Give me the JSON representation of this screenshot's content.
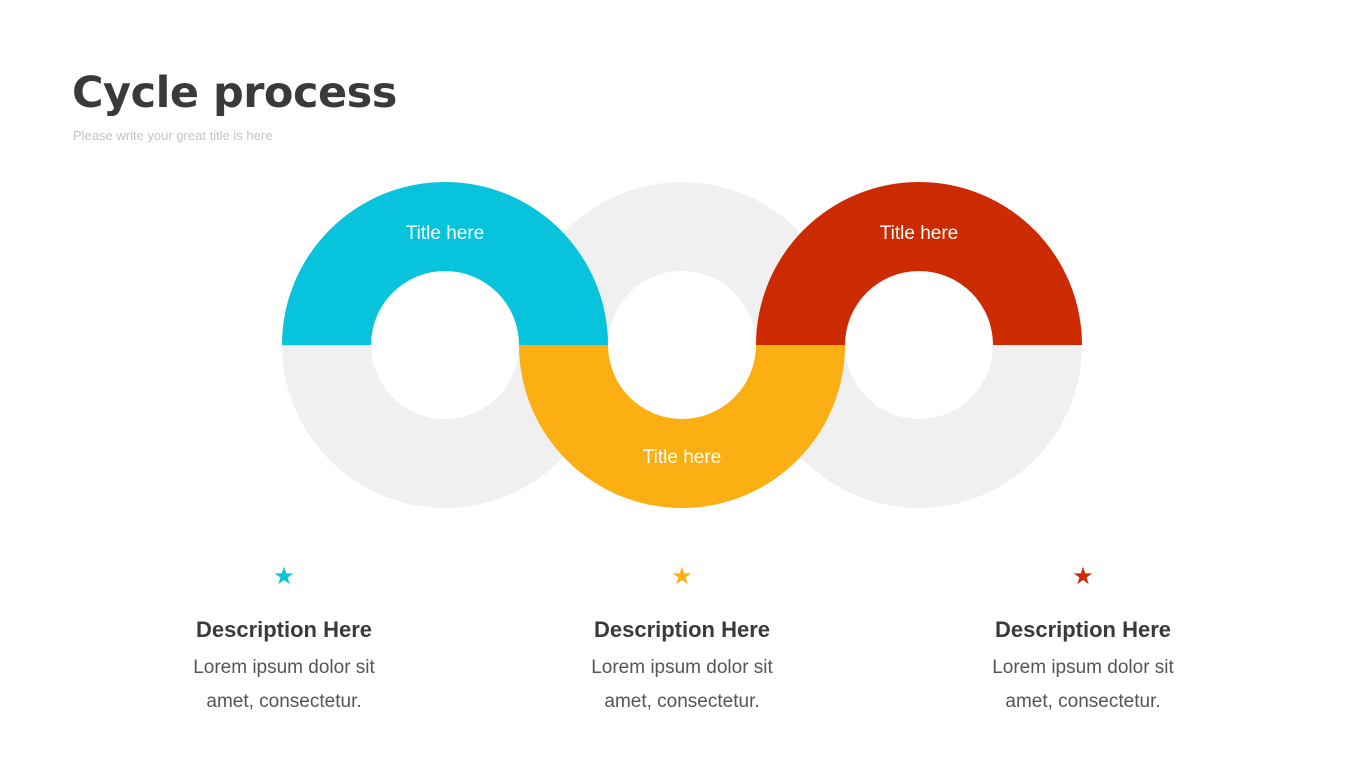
{
  "header": {
    "title": "Cycle process",
    "subtitle": "Please write your great title is here"
  },
  "rings": [
    {
      "label": "Title here",
      "color": "#07c3dc",
      "half": "top"
    },
    {
      "label": "Title here",
      "color": "#fcaf12",
      "half": "bottom"
    },
    {
      "label": "Title here",
      "color": "#cc2a00",
      "half": "top"
    }
  ],
  "ring_background_color": "#f0f0f0",
  "descriptions": [
    {
      "icon": "star-icon",
      "color": "#07c3dc",
      "heading": "Description Here",
      "line1": "Lorem ipsum dolor sit",
      "line2": "amet, consectetur."
    },
    {
      "icon": "star-icon",
      "color": "#fcaf12",
      "heading": "Description Here",
      "line1": "Lorem ipsum dolor sit",
      "line2": "amet, consectetur."
    },
    {
      "icon": "star-icon",
      "color": "#cc2a00",
      "heading": "Description Here",
      "line1": "Lorem ipsum dolor sit",
      "line2": "amet, consectetur."
    }
  ]
}
